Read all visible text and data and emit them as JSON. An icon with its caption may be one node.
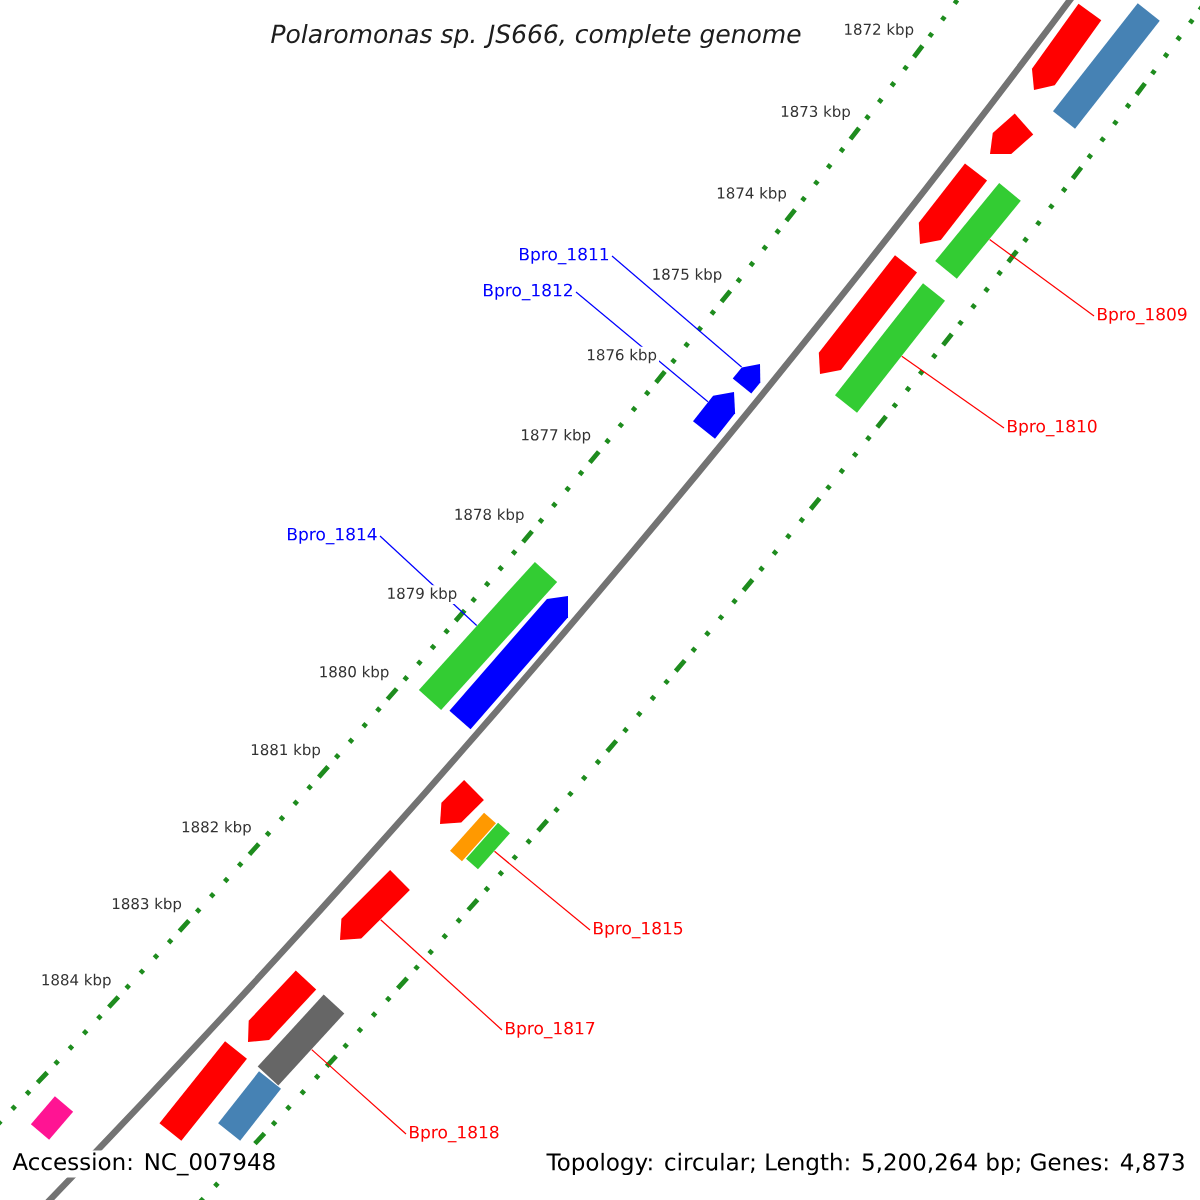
{
  "diagram": {
    "title": "Polaromonas sp. JS666, complete genome",
    "nodes": [
      {
        "text": [
          "Bpro_1811"
        ]
      },
      {
        "text": [
          "Bpro_1812"
        ]
      },
      {
        "text": [
          "Bpro_1809"
        ]
      },
      {
        "text": [
          "Bpro_1810"
        ]
      },
      {
        "text": [
          "Bpro_1814"
        ]
      },
      {
        "text": [
          "Bpro_1815"
        ]
      },
      {
        "text": [
          "Bpro_1817"
        ]
      },
      {
        "text": [
          "Bpro_1818"
        ]
      },
      {
        "text": [],
        "shape": "arrow"
      },
      {
        "text": [],
        "shape": "box"
      },
      {
        "text": [],
        "shape": "arrow"
      },
      {
        "text": [],
        "shape": "arrow"
      },
      {
        "text": [],
        "shape": "arrow"
      },
      {
        "text": [],
        "shape": "box"
      },
      {
        "text": [],
        "shape": "box"
      },
      {
        "text": [],
        "shape": "arrow"
      },
      {
        "text": [],
        "shape": "arrow"
      },
      {
        "text": [],
        "shape": "box"
      },
      {
        "text": [],
        "shape": "arrow"
      },
      {
        "text": [],
        "shape": "arrow"
      },
      {
        "text": [],
        "shape": "box"
      },
      {
        "text": [],
        "shape": "box"
      },
      {
        "text": [],
        "shape": "arrow"
      },
      {
        "text": [],
        "shape": "arrow"
      },
      {
        "text": [],
        "shape": "box"
      },
      {
        "text": [],
        "shape": "box"
      },
      {
        "text": [],
        "shape": "box"
      },
      {
        "text": [],
        "shape": "box"
      }
    ],
    "edges": [
      {
        "from": 0,
        "to": 15,
        "arrow": "none",
        "color": "#0000ff"
      },
      {
        "from": 1,
        "to": 16,
        "arrow": "none",
        "color": "#0000ff"
      },
      {
        "from": 2,
        "to": 13,
        "arrow": "none",
        "color": "#ff0000"
      },
      {
        "from": 3,
        "to": 14,
        "arrow": "none",
        "color": "#ff0000"
      },
      {
        "from": 4,
        "to": 17,
        "arrow": "none",
        "color": "#0000ff"
      },
      {
        "from": 5,
        "to": 21,
        "arrow": "none",
        "color": "#ff0000"
      },
      {
        "from": 6,
        "to": 22,
        "arrow": "none",
        "color": "#ff0000"
      },
      {
        "from": 7,
        "to": 24,
        "arrow": "none",
        "color": "#ff0000"
      }
    ],
    "labels": [
      "1872 kbp",
      "1873 kbp",
      "1874 kbp",
      "1875 kbp",
      "1876 kbp",
      "1877 kbp",
      "1878 kbp",
      "1879 kbp",
      "1880 kbp",
      "1881 kbp",
      "1882 kbp",
      "1883 kbp",
      "1884 kbp",
      "Accession: NC_007948",
      "Topology: circular; Length: 5,200,264 bp; Genes: 4,873"
    ]
  }
}
